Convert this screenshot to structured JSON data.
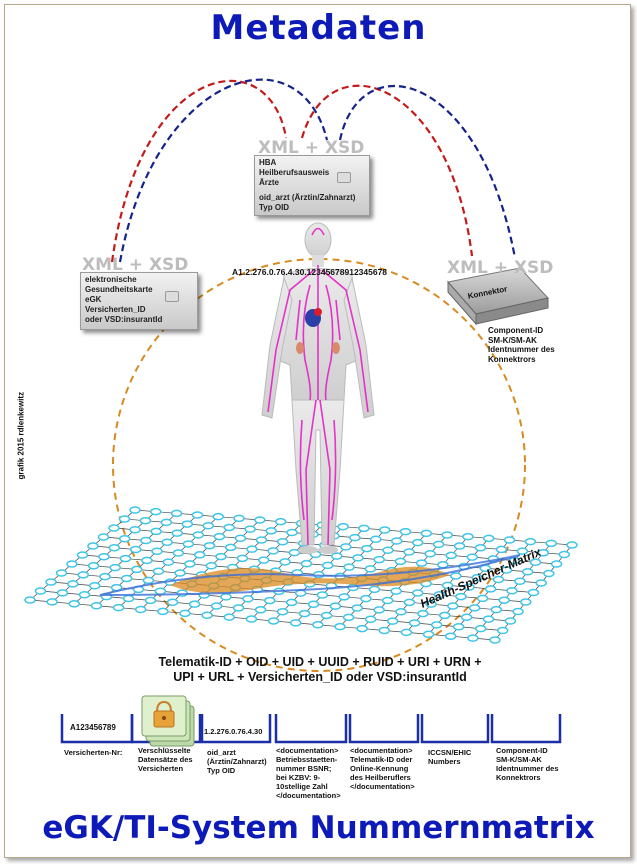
{
  "title_top": "Metadaten",
  "title_bottom": "eGK/TI-System Nummernmatrix",
  "xml_xsd": "XML + XSD",
  "hba_card": {
    "lines": [
      "HBA",
      "Heilberufsausweis",
      "Ärzte",
      "",
      "oid_arzt (Ärztin/Zahnarzt)",
      "Typ OID"
    ]
  },
  "egk_card": {
    "lines": [
      "elektronische",
      "Gesundheitskarte",
      "eGK",
      "Versicherten_ID",
      "oder VSD:insurantId"
    ]
  },
  "connector": {
    "label": "Konnektor",
    "lines": [
      "Component-ID",
      "SM-K/SM-AK",
      "Identnummer des",
      "Konnektrors"
    ]
  },
  "oid_number": "A1.2.276.0.76.4.30.12345678912345678",
  "credit": "grafik 2015 rdlenkewitz",
  "matrix_label": "Health-Speicher-Matrix",
  "formula": [
    "Telematik-ID + OID + UID + UUID + RUID + URI + URN +",
    "UPI + URL + Versicherten_ID oder VSD:insurantId"
  ],
  "buckets": [
    {
      "inner": "A123456789",
      "lines": [
        "Versicherten-Nr:"
      ]
    },
    {
      "inner": "",
      "lines": [
        "Verschlüsselte",
        "Datensätze des",
        "Versicherten"
      ]
    },
    {
      "inner": "1.2.276.0.76.4.30",
      "lines": [
        "oid_arzt",
        "(Ärztin/Zahnarzt)",
        "Typ OID"
      ]
    },
    {
      "inner": "",
      "lines": [
        "<documentation>",
        "Betriebsstaetten-",
        "nummer BSNR;",
        "bei KZBV: 9-",
        "10stellige Zahl",
        "</documentation>"
      ]
    },
    {
      "inner": "",
      "lines": [
        "<documentation>",
        "Telematik-ID oder",
        "Online-Kennung",
        "des Heilberuflers",
        "</documentation>"
      ]
    },
    {
      "inner": "",
      "lines": [
        "ICCSN/EHIC",
        "Numbers"
      ]
    },
    {
      "inner": "",
      "lines": [
        "Component-ID",
        "SM-K/SM-AK",
        "Identnummer des",
        "Konnektrors"
      ]
    }
  ],
  "colors": {
    "title": "#0d1ab8",
    "arc_red": "#c41a1a",
    "arc_blue": "#15238a",
    "dashed_circle": "#d98a1f",
    "grid_node": "#3ec6e8",
    "body_vessels": "#e61fc7",
    "bucket": "#1b2fa8",
    "lock": "#e8a23a"
  }
}
